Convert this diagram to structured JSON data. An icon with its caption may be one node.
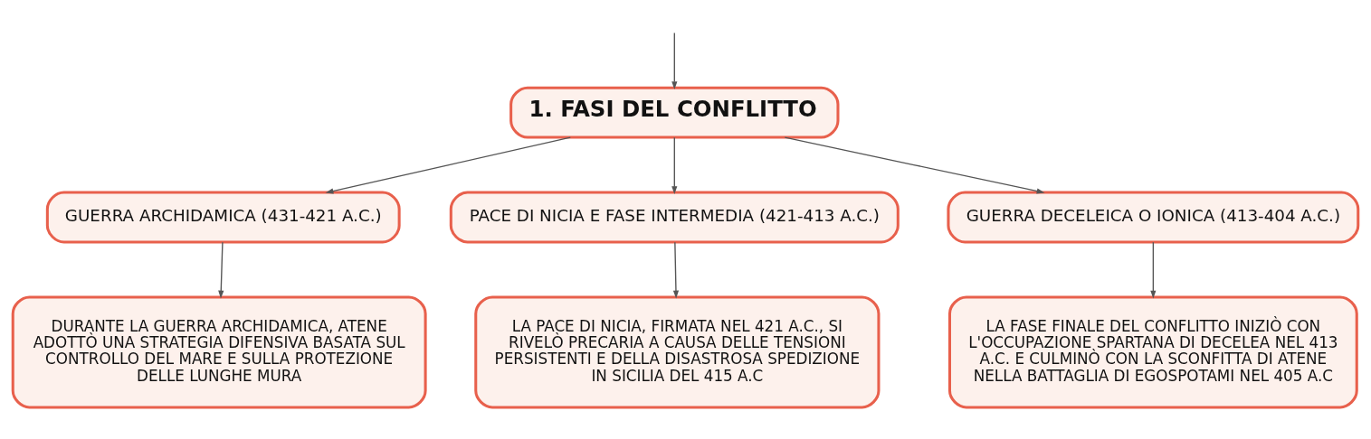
{
  "diagram": {
    "nodes": [
      {
        "text": [
          "1. FASI DEL CONFLITTO"
        ]
      },
      {
        "text": [
          "GUERRA ARCHIDAMICA (431-421 A.C.)"
        ]
      },
      {
        "text": [
          "PACE DI NICIA E FASE INTERMEDIA (421-413 A.C.)"
        ]
      },
      {
        "text": [
          "GUERRA DECELEICA O IONICA (413-404 A.C.)"
        ]
      },
      {
        "text": [
          "DURANTE LA GUERRA ARCHIDAMICA, ATENE ADOTTÒ UNA STRATEGIA DIFENSIVA BASATA SUL CONTROLLO DEL MARE E SULLA PROTEZIONE DELLE LUNGHE MURA"
        ]
      },
      {
        "text": [
          "LA PACE DI NICIA, FIRMATA NEL 421 A.C., SI RIVELÒ PRECARIA A CAUSA DELLE TENSIONI PERSISTENTI E DELLA DISASTROSA SPEDIZIONE IN SICILIA DEL 415 A.C"
        ]
      },
      {
        "text": [
          "LA FASE FINALE DEL CONFLITTO INIZIÒ CON L'OCCUPAZIONE SPARTANA DI DECELEA NEL 413 A.C. E CULMINÒ CON LA SCONFITTA DI ATENE NELLA BATTAGLIA DI EGOSPOTAMI NEL 405 A.C"
        ]
      }
    ],
    "edges": [
      {
        "from": null,
        "to": 0,
        "arrow": "to"
      },
      {
        "from": 0,
        "to": 1,
        "arrow": "to"
      },
      {
        "from": 0,
        "to": 2,
        "arrow": "to"
      },
      {
        "from": 0,
        "to": 3,
        "arrow": "to"
      },
      {
        "from": 1,
        "to": 4,
        "arrow": "to"
      },
      {
        "from": 2,
        "to": 5,
        "arrow": "to"
      },
      {
        "from": 3,
        "to": 6,
        "arrow": "to"
      }
    ]
  }
}
